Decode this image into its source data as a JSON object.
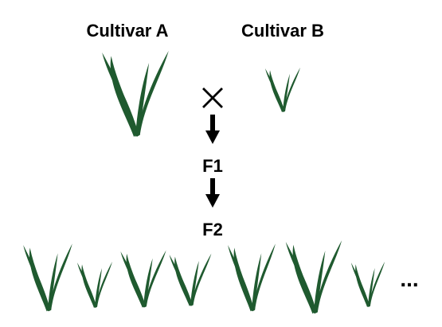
{
  "parents": {
    "a_label": "Cultivar A",
    "b_label": "Cultivar B"
  },
  "cross_symbol": "×",
  "generations": {
    "f1": "F1",
    "f2": "F2"
  },
  "continuation": "...",
  "colors": {
    "plant": "#1f5a2f",
    "text": "#000000",
    "arrow": "#000000"
  },
  "icons": {
    "plant": "grass-sprout-icon",
    "cross": "cross-icon",
    "arrow": "arrow-down-icon"
  }
}
